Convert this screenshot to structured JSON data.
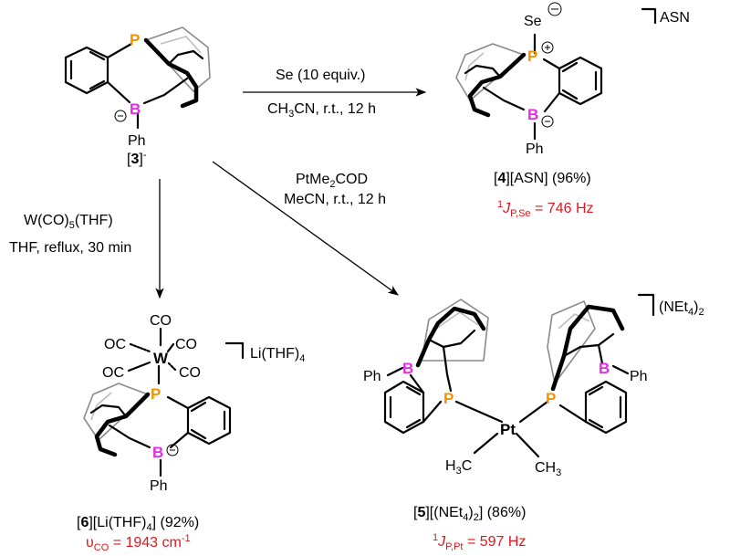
{
  "compound3": {
    "P": "P",
    "B": "B",
    "Ph": "Ph",
    "minus": "−",
    "label_open": "[",
    "label_num": "3",
    "label_close": "]",
    "label_charge": "-"
  },
  "reaction_se": {
    "line1": "Se (10 equiv.)",
    "line2_a": "CH",
    "line2_sub": "3",
    "line2_b": "CN, r.t., 12 h"
  },
  "compound4": {
    "Se": "Se",
    "P": "P",
    "B": "B",
    "Ph": "Ph",
    "plus": "+",
    "minus": "−",
    "counterion": "ASN",
    "label_open": "[",
    "label_num": "4",
    "label_rest": "][ASN] (96%)",
    "coupling_sup": "1",
    "coupling_J": "J",
    "coupling_sub": "P,Se",
    "coupling_value": " = 746 Hz"
  },
  "reaction_pt": {
    "line1_a": "PtMe",
    "line1_sub": "2",
    "line1_b": "COD",
    "line2": "MeCN, r.t., 12 h"
  },
  "reaction_w": {
    "line1": "W(CO)₅(THF)",
    "line1_a": "W(CO)",
    "line1_sub": "5",
    "line1_b": "(THF)",
    "line2": "THF, reflux, 30 min"
  },
  "compound6": {
    "W": "W",
    "CO": "CO",
    "OC": "OC",
    "P": "P",
    "B": "B",
    "Ph": "Ph",
    "minus": "−",
    "counterion_a": "Li(THF)",
    "counterion_sub": "4",
    "label_open": "[",
    "label_num": "6",
    "label_rest_a": "][Li(THF)",
    "label_rest_sub": "4",
    "label_rest_b": "] (92%)",
    "ir_symbol": "υ",
    "ir_sub": "CO",
    "ir_value": " = 1943 cm",
    "ir_sup": "-1"
  },
  "compound5": {
    "Pt": "Pt",
    "P": "P",
    "B": "B",
    "Ph": "Ph",
    "H3C_a": "H",
    "H3C_sub": "3",
    "H3C_b": "C",
    "CH3_a": "CH",
    "CH3_sub": "3",
    "counterion_a": "(NEt",
    "counterion_sub1": "4",
    "counterion_b": ")",
    "counterion_sub2": "2",
    "label_open": "[",
    "label_num": "5",
    "label_rest_a": "][(NEt",
    "label_rest_sub1": "4",
    "label_rest_b": ")",
    "label_rest_sub2": "2",
    "label_rest_c": "] (86%)",
    "coupling_sup": "1",
    "coupling_J": "J",
    "coupling_sub": "P,Pt",
    "coupling_value": " = 597 Hz"
  },
  "colors": {
    "phosphorus": "#f29200",
    "boron": "#e52be5",
    "red_text": "#e2161b"
  }
}
